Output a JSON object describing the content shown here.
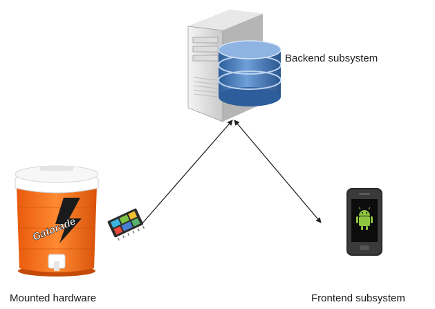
{
  "nodes": {
    "backend": {
      "label": "Backend subsystem",
      "icon": "server-database-icon"
    },
    "hardware": {
      "label": "Mounted hardware",
      "icon": "water-cooler-icon",
      "brand_text": "Gatorade",
      "chip_icon": "circuit-board-icon"
    },
    "frontend": {
      "label": "Frontend subsystem",
      "icon": "android-phone-icon"
    }
  },
  "edges": [
    {
      "from": "hardware",
      "to": "backend",
      "arrow": "to"
    },
    {
      "from": "backend",
      "to": "frontend",
      "arrow": "both"
    }
  ],
  "colors": {
    "cooler_body": "#f26a12",
    "cooler_lid": "#ffffff",
    "db_blue": "#3e6fae",
    "android_green": "#8ec63f",
    "line": "#222222"
  }
}
